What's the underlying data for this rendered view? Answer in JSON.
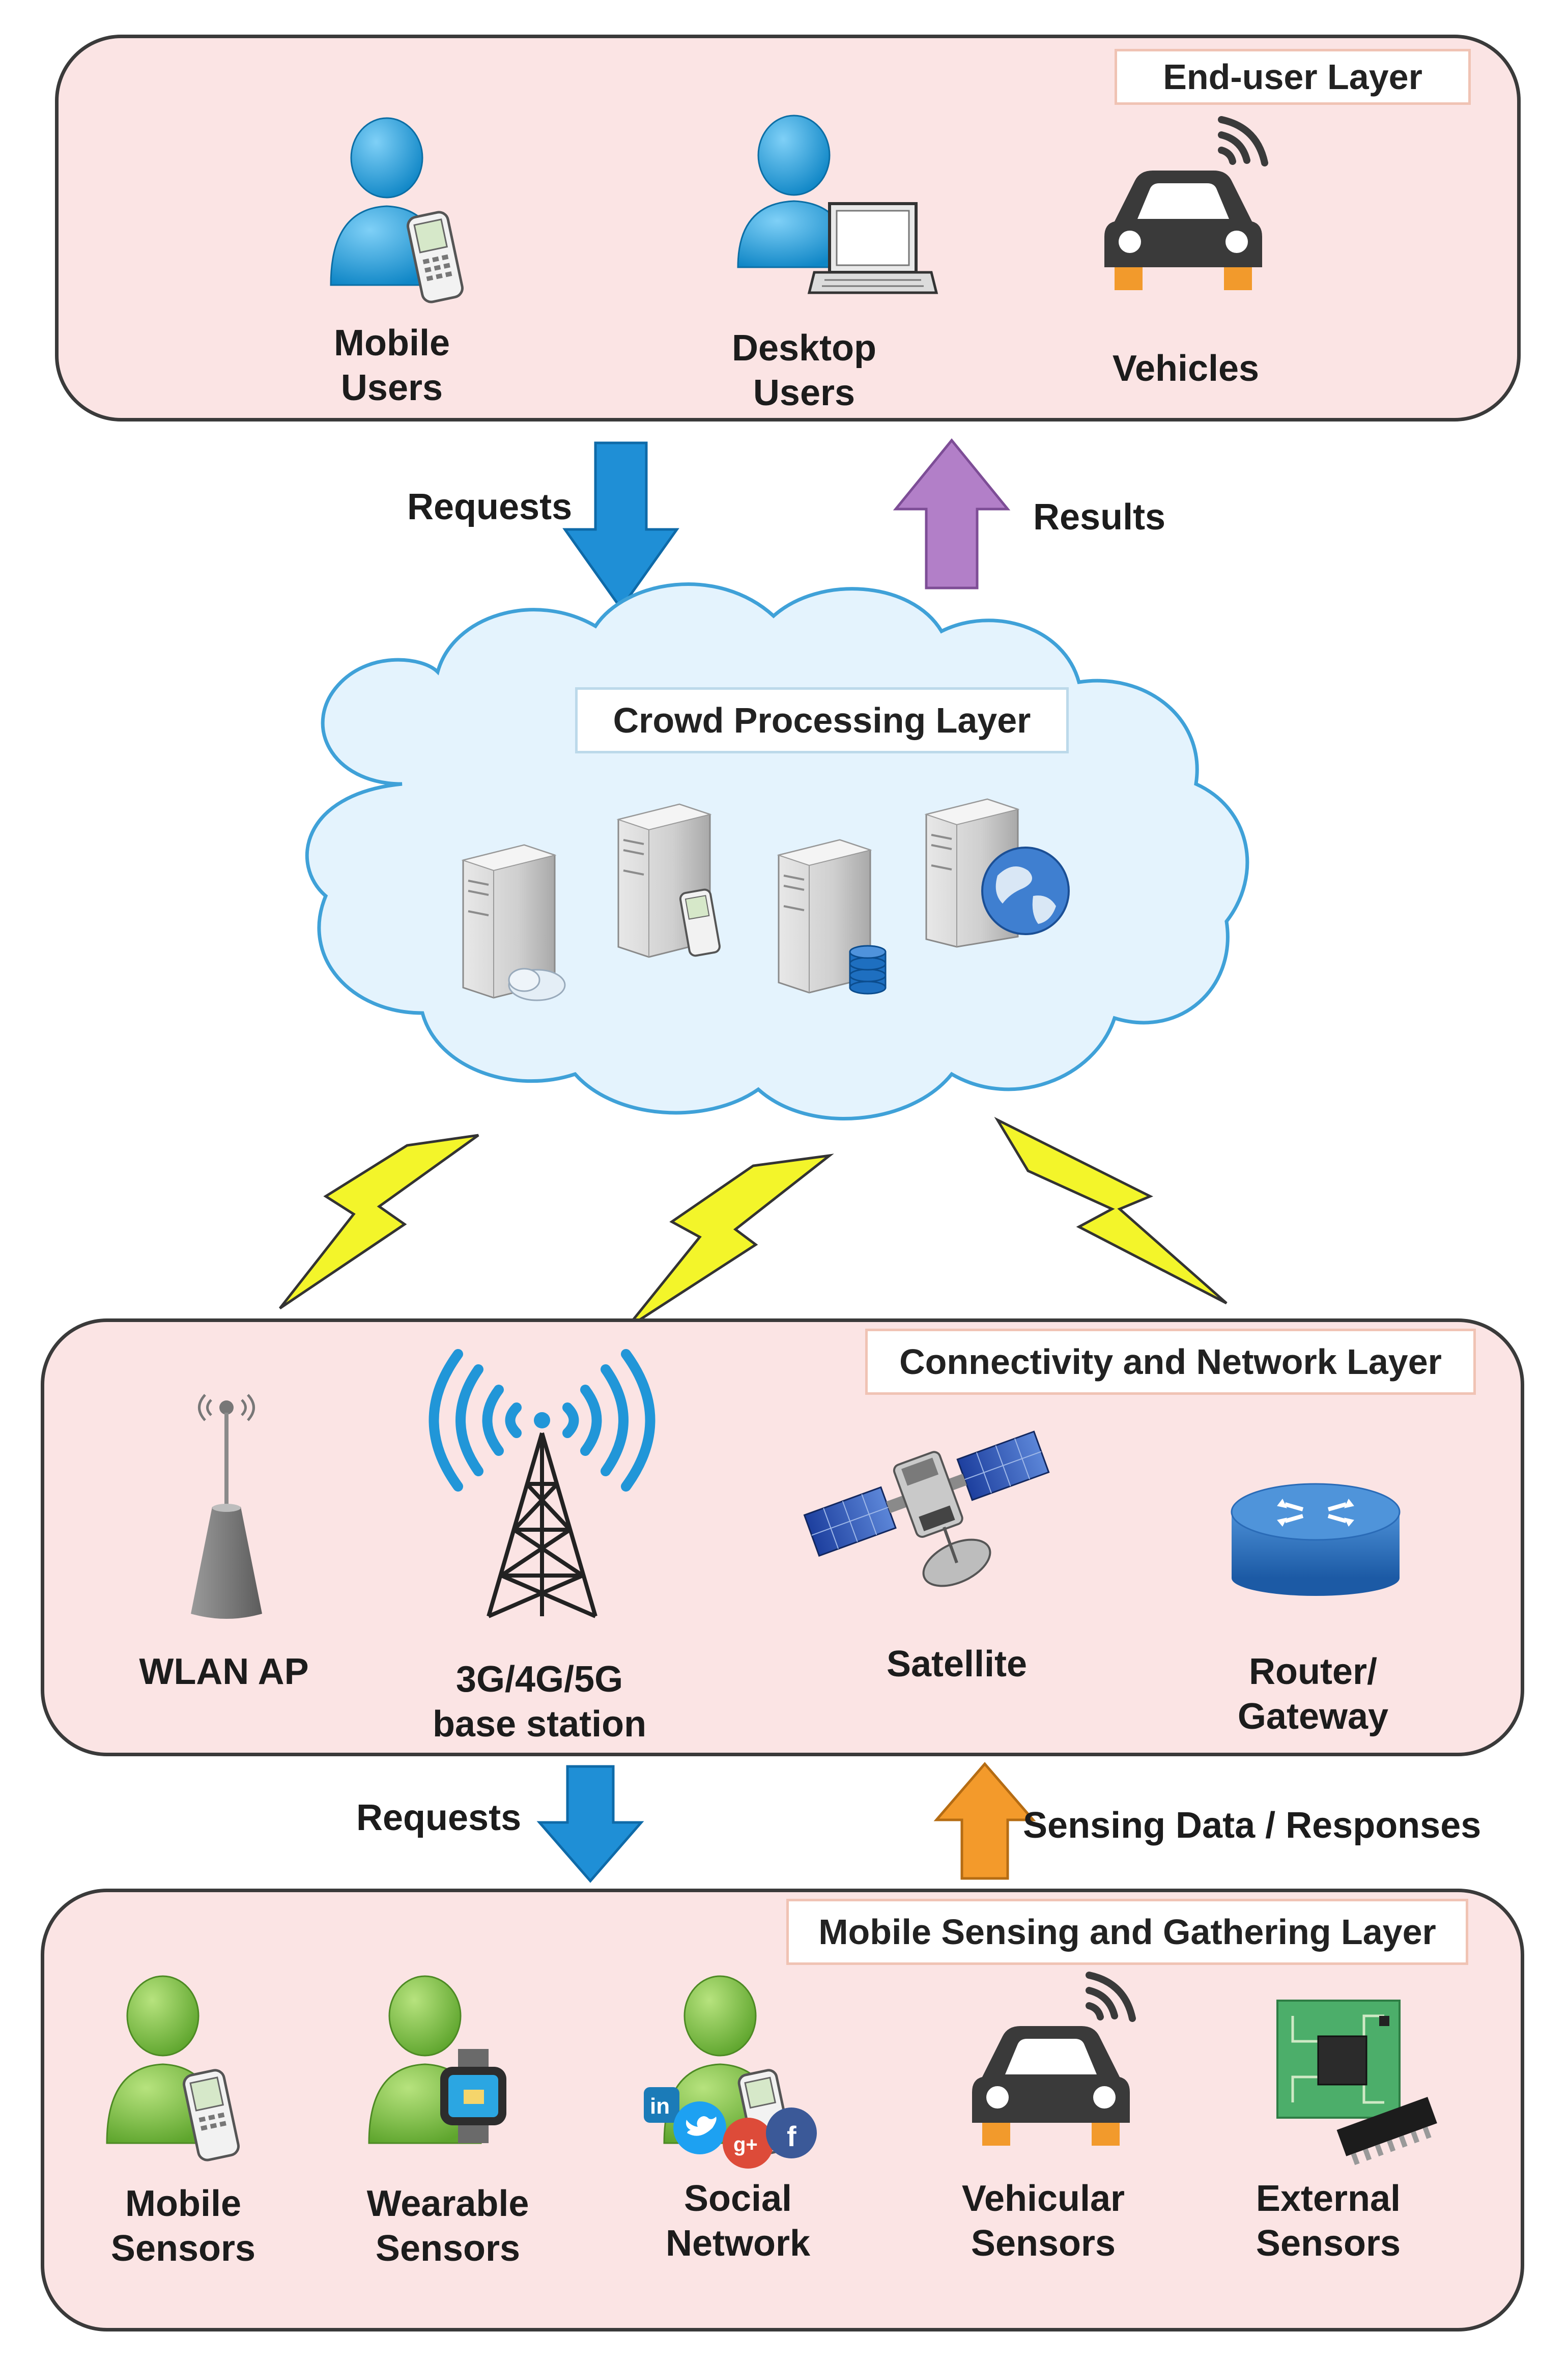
{
  "end_user_layer": {
    "title": "End-user Layer",
    "items": [
      {
        "line1": "Mobile",
        "line2": "Users"
      },
      {
        "line1": "Desktop",
        "line2": "Users"
      },
      {
        "line1": "Vehicles"
      }
    ]
  },
  "flow_top": {
    "requests": "Requests",
    "results": "Results"
  },
  "crowd_layer": {
    "title": "Crowd Processing Layer"
  },
  "network_layer": {
    "title": "Connectivity and Network Layer",
    "items": [
      {
        "line1": "WLAN AP"
      },
      {
        "line1": "3G/4G/5G",
        "line2": "base station"
      },
      {
        "line1": "Satellite"
      },
      {
        "line1": "Router/",
        "line2": "Gateway"
      }
    ]
  },
  "flow_bottom": {
    "requests": "Requests",
    "responses": "Sensing Data / Responses"
  },
  "sensing_layer": {
    "title": "Mobile Sensing and Gathering Layer",
    "items": [
      {
        "line1": "Mobile",
        "line2": "Sensors"
      },
      {
        "line1": "Wearable",
        "line2": "Sensors"
      },
      {
        "line1": "Social",
        "line2": "Network"
      },
      {
        "line1": "Vehicular",
        "line2": "Sensors"
      },
      {
        "line1": "External",
        "line2": "Sensors"
      }
    ]
  },
  "colors": {
    "panel_fill": "#fbe4e4",
    "user_blue": "#1e9ad6",
    "user_green": "#7ac142",
    "arrow_blue": "#1f8fd6",
    "arrow_purple": "#b27fc8",
    "arrow_orange": "#f39a2b",
    "lightning": "#f3f52a",
    "cloud": "#e3f3fd"
  },
  "icons": [
    "mobile-user-icon",
    "desktop-user-icon",
    "car-icon",
    "server-icon",
    "wlan-ap-icon",
    "cell-tower-icon",
    "satellite-icon",
    "router-icon",
    "wearable-icon",
    "social-network-icon",
    "chip-icon"
  ]
}
